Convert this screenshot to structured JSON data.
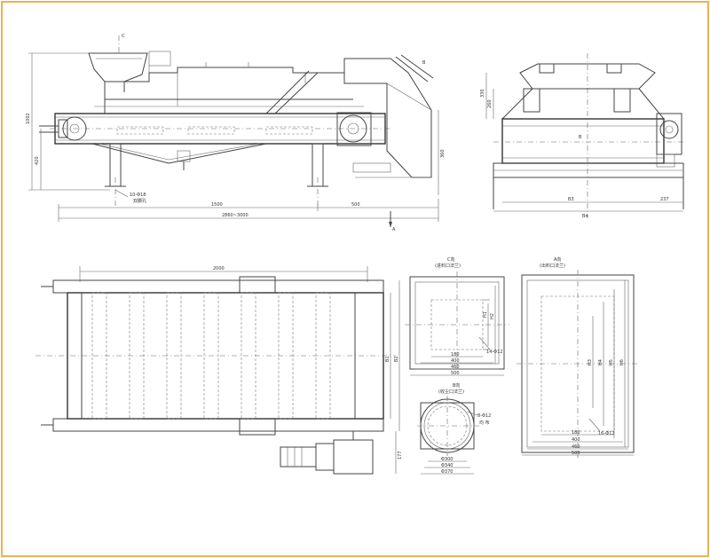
{
  "colors": {
    "frame": "#f2b04e",
    "line": "#444444"
  },
  "side_view": {
    "section_mark_c": "C",
    "arrow_b": "B",
    "arrow_a": "A",
    "dim_height_total": "1002",
    "dim_axis_height": "420",
    "dim_right_height": "360",
    "dim_1500": "1500",
    "dim_500": "500",
    "dim_length": "2860~3000",
    "hole_note": "10-Φ18",
    "hole_note_2": "双脚孔"
  },
  "end_view": {
    "dim_330": "330",
    "dim_260": "260",
    "dim_b": "B",
    "dim_b3": "B3",
    "dim_237": "237",
    "dim_b4": "B4"
  },
  "plan_view": {
    "dim_2000": "2000",
    "dim_b1": "B1",
    "dim_b2": "B2",
    "dim_177": "177"
  },
  "view_c": {
    "title": "C向",
    "subtitle": "(进料口法兰)",
    "dim_180": "180",
    "dim_400": "400",
    "dim_460": "460",
    "dim_500": "500",
    "holes": "14-Φ12",
    "h1": "H1",
    "h2": "H2"
  },
  "view_a": {
    "title": "A向",
    "subtitle": "(出料口法兰)",
    "dim_180": "180",
    "dim_400": "400",
    "dim_460": "460",
    "dim_500": "500",
    "holes": "16-Φ12",
    "h3": "H3",
    "h4": "H4",
    "h5": "H5",
    "h6": "H6"
  },
  "view_b": {
    "title": "B向",
    "subtitle": "(收尘口法兰)",
    "holes": "8-Φ12",
    "holes_note": "均 布",
    "dim_300": "Φ300",
    "dim_340": "Φ340",
    "dim_370": "Φ370"
  }
}
